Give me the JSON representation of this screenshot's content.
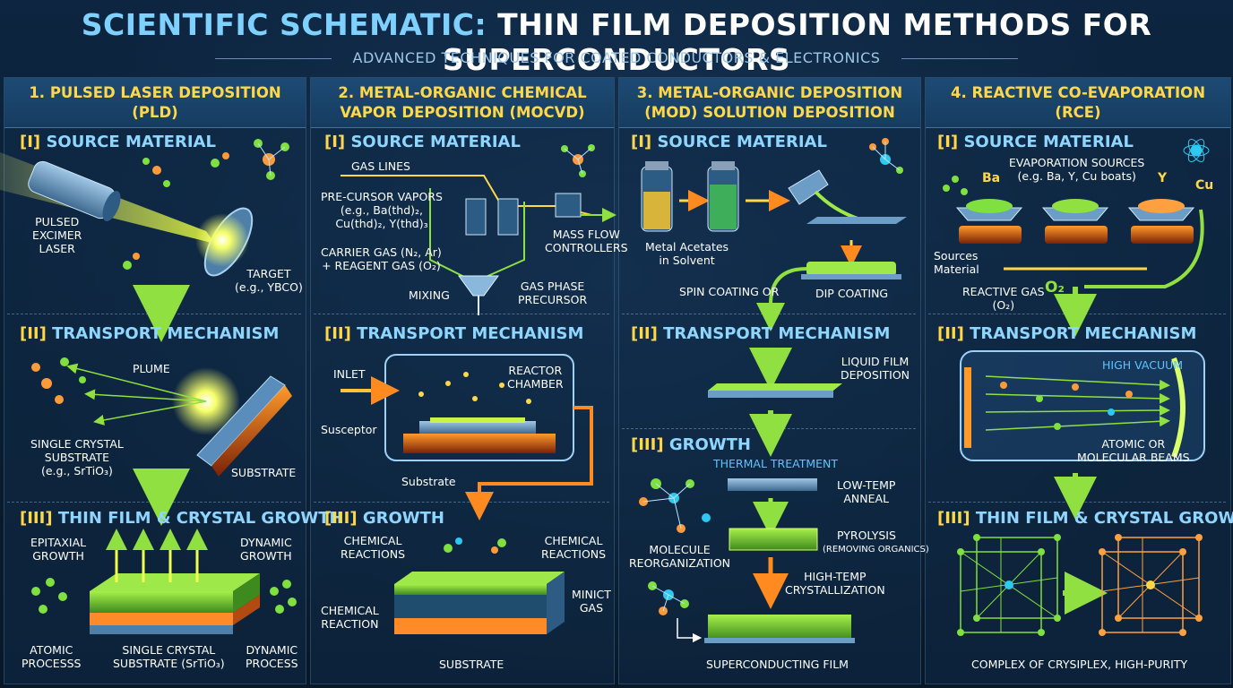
{
  "header": {
    "title_accent": "SCIENTIFIC SCHEMATIC:",
    "title_rest": "THIN FILM DEPOSITION METHODS FOR SUPERCONDUCTORS",
    "subtitle": "ADVANCED TECHNIQUES FOR COATED CONDUCTORS & ELECTRONICS"
  },
  "colors": {
    "background": "#0b1f33",
    "heading": "#ffd84a",
    "section": "#8fd6ff",
    "laser": "#e8ff4a",
    "film": "#7fd33a",
    "heat": "#ff7a1a"
  },
  "columns": [
    {
      "title": "1. PULSED LASER DEPOSITION (PLD)",
      "sections": [
        {
          "bracket": "[I]",
          "name": "SOURCE MATERIAL"
        },
        {
          "bracket": "[II]",
          "name": "TRANSPORT MECHANISM"
        },
        {
          "bracket": "[III]",
          "name": "THIN FILM & CRYSTAL GROWTH"
        }
      ],
      "labels": {
        "laser": "PULSED\nEXCIMER\nLASER",
        "target": "TARGET\n(e.g., YBCO)",
        "plume": "PLUME",
        "substrate_crystal": "SINGLE CRYSTAL\nSUBSTRATE\n(e.g., SrTiO₃)",
        "substrate": "SUBSTRATE",
        "epitaxial": "EPITAXIAL\nGROWTH",
        "dynamic_growth": "DYNAMIC\nGROWTH",
        "atomic": "ATOMIC\nPROCESSS",
        "single_crystal": "SINGLE CRYSTAL\nSUBSTRATE (SrTiO₃)",
        "dynamic_process": "DYNAMIC\nPROCESS"
      }
    },
    {
      "title": "2. METAL-ORGANIC CHEMICAL VAPOR DEPOSITION (MOCVD)",
      "sections": [
        {
          "bracket": "[I]",
          "name": "SOURCE MATERIAL"
        },
        {
          "bracket": "[II]",
          "name": "TRANSPORT MECHANISM"
        },
        {
          "bracket": "[III]",
          "name": "GROWTH"
        }
      ],
      "labels": {
        "gas_lines": "GAS LINES",
        "precursor": "PRE-CURSOR VAPORS\n(e.g., Ba(thd)₂,\nCu(thd)₂, Y(thd)₃",
        "mfc": "MASS FLOW\nCONTROLLERS",
        "carrier": "CARRIER GAS (N₂, Ar)\n+ REAGENT GAS (O₂)",
        "mixing": "MIXING",
        "gas_phase": "GAS PHASE\nPRECURSOR",
        "inlet": "INLET",
        "reactor": "REACTOR\nCHAMBER",
        "susceptor": "Susceptor",
        "substrate_small": "Substrate",
        "chem_left": "CHEMICAL\nREACTIONS",
        "chem_right": "CHEMICAL\nREACTIONS",
        "chem_reaction": "CHEMICAL\nREACTION",
        "gas_right": "MINICT\nGAS",
        "substrate": "SUBSTRATE"
      }
    },
    {
      "title": "3. METAL-ORGANIC DEPOSITION (MOD) SOLUTION DEPOSITION",
      "sections": [
        {
          "bracket": "[I]",
          "name": "SOURCE MATERIAL"
        },
        {
          "bracket": "[II]",
          "name": "TRANSPORT MECHANISM"
        },
        {
          "bracket": "[III]",
          "name": "GROWTH"
        }
      ],
      "labels": {
        "acetates": "Metal Acetates\nin Solvent",
        "spin": "SPIN COATING  OR",
        "dip": "DIP COATING",
        "liquid": "LIQUID FILM\nDEPOSITION",
        "thermal": "THERMAL TREATMENT",
        "low_temp": "LOW-TEMP\nANNEAL",
        "pyrolysis": "PYROLYSIS",
        "removing": "(REMOVING ORGANICS)",
        "molecule": "MOLECULE\nREORGANIZATION",
        "high_temp": "HIGH-TEMP\nCRYSTALLIZATION",
        "film": "SUPERCONDUCTING FILM"
      }
    },
    {
      "title": "4. REACTIVE CO-EVAPORATION (RCE)",
      "sections": [
        {
          "bracket": "[I]",
          "name": "SOURCE MATERIAL"
        },
        {
          "bracket": "[II]",
          "name": "TRANSPORT MECHANISM"
        },
        {
          "bracket": "[III]",
          "name": "THIN FILM & CRYSTAL GROWTH"
        }
      ],
      "labels": {
        "evap": "EVAPORATION SOURCES\n(e.g. Ba, Y, Cu boats)",
        "ba": "Ba",
        "y": "Y",
        "cu": "Cu",
        "sources": "Sources\nMaterial",
        "reactive": "REACTIVE GAS\n(O₂)",
        "o2": "O₂",
        "vacuum": "HIGH VACUUM",
        "beams": "ATOMIC OR\nMOLECULAR BEAMS",
        "complex": "COMPLEX OF CRYSIPLEX, HIGH-PURITY"
      }
    }
  ]
}
